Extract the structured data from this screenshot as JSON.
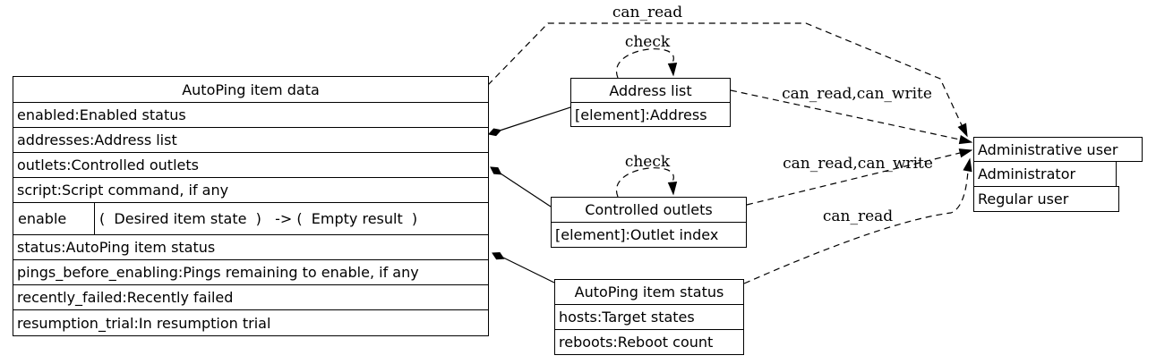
{
  "diagram": {
    "main_table": {
      "title": "AutoPing item data",
      "attr_rows_top": [
        "enabled:Enabled status",
        "addresses:Address list",
        "outlets:Controlled outlets",
        "script:Script command, if any"
      ],
      "method": {
        "name": "enable",
        "signature": "(  Desired item state  )   -> (  Empty result  )"
      },
      "attr_rows_bottom": [
        "status:AutoPing item status",
        "pings_before_enabling:Pings remaining to enable, if any",
        "recently_failed:Recently failed",
        "resumption_trial:In resumption trial"
      ]
    },
    "address_list_node": {
      "title": "Address list",
      "rows": [
        "[element]:Address"
      ]
    },
    "controlled_outlets_node": {
      "title": "Controlled outlets",
      "rows": [
        "[element]:Outlet index"
      ]
    },
    "autoping_status_node": {
      "title": "AutoPing item status",
      "rows": [
        "hosts:Target states",
        "reboots:Reboot count"
      ]
    },
    "admin_user_node": {
      "title": "Administrative user",
      "roles": [
        "Administrator",
        "Regular user"
      ]
    },
    "edge_labels": {
      "can_read_top": "can_read",
      "check_address_list": "check",
      "can_read_can_write_address_list": "can_read,can_write",
      "check_controlled_outlets": "check",
      "can_read_can_write_controlled_outlets": "can_read,can_write",
      "can_read_status": "can_read"
    },
    "colors": {
      "stroke": "#000000",
      "background": "#ffffff"
    }
  }
}
